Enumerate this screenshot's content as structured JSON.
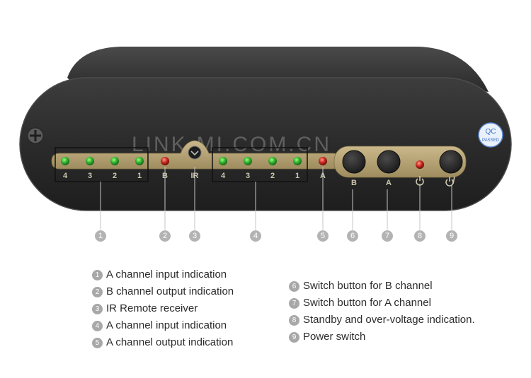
{
  "watermark": "LINK-MI.COM.CN",
  "qc_badge": {
    "line1": "QC",
    "line2": "PASSED"
  },
  "panel_labels": {
    "a_input_ports": [
      "4",
      "3",
      "2",
      "1"
    ],
    "b_label": "B",
    "ir_label": "IR",
    "a_output_ports": [
      "4",
      "3",
      "2",
      "1"
    ],
    "a_label": "A",
    "btn_b_label": "B",
    "btn_a_label": "A"
  },
  "callouts": [
    "1",
    "2",
    "3",
    "4",
    "5",
    "6",
    "7",
    "8",
    "9"
  ],
  "legend_left": [
    {
      "num": "1",
      "text": "A channel input indication"
    },
    {
      "num": "2",
      "text": "B channel output indication"
    },
    {
      "num": "3",
      "text": "IR Remote receiver"
    },
    {
      "num": "4",
      "text": "A channel input indication"
    },
    {
      "num": "5",
      "text": "A channel output indication"
    }
  ],
  "legend_right": [
    {
      "num": "6",
      "text": "Switch button for B channel"
    },
    {
      "num": "7",
      "text": "Switch button for A channel"
    },
    {
      "num": "8",
      "text": "Standby and over-voltage indication."
    },
    {
      "num": "9",
      "text": "Power switch"
    }
  ],
  "colors": {
    "led_green": "#2fae2f",
    "led_red": "#c8261c",
    "panel_strip": "#b8a77c",
    "body": "#2f2f2f"
  }
}
